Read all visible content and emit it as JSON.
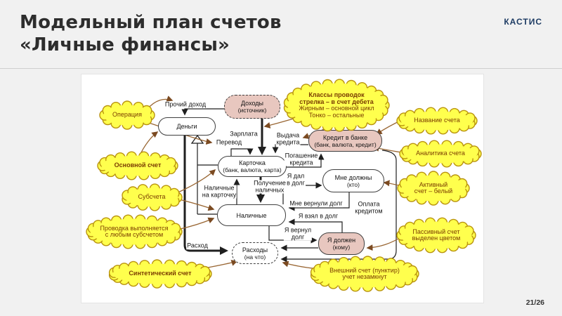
{
  "slide": {
    "title_line1": "Модельный план счетов",
    "title_line2": "«Личные финансы»",
    "logo": "КАСТИС",
    "page": "21/26"
  },
  "colors": {
    "cloud_fill": "#ffff4d",
    "cloud_border": "#b9930e",
    "cloud_text": "#7a3b00",
    "passive_fill": "#e8c7bf",
    "box_border": "#3f3f3f",
    "line_black": "#1f1f1f",
    "line_brown": "#996633",
    "logo_blue": "#1e3c64"
  },
  "diagram": {
    "accounts": {
      "money": {
        "line1": "Деньги"
      },
      "income": {
        "line1": "Доходы",
        "line2": "(источник)"
      },
      "credit": {
        "line1": "Кредит в банке",
        "line2": "(банк, валюта, кредит)"
      },
      "card": {
        "line1": "Карточка",
        "line2": "(банк, валюта, карта)"
      },
      "owed_to_me": {
        "line1": "Мне должны",
        "line2": "(кто)"
      },
      "cash": {
        "line1": "Наличные"
      },
      "i_owe": {
        "line1": "Я должен",
        "line2": "(кому)"
      },
      "expenses": {
        "line1": "Расходы",
        "line2": "(на что)"
      }
    },
    "clouds": {
      "operation": {
        "line1": "Операция"
      },
      "classes": {
        "line1": "Классы проводок",
        "line2": "стрелка – в счет дебета",
        "line3": "Жирным – основной цикл",
        "line4": "Тонко – остальные"
      },
      "account_name": {
        "line1": "Название счета"
      },
      "analytics": {
        "line1": "Аналитика счета"
      },
      "main_account": {
        "line1": "Основной счет"
      },
      "active": {
        "line1": "Активный",
        "line2": "счет – белый"
      },
      "subaccounts": {
        "line1": "Субсчета"
      },
      "posting": {
        "line1": "Проводка выполняется",
        "line2": "с любым субсчетом"
      },
      "passive": {
        "line1": "Пассивный счет",
        "line2": "выделен цветом"
      },
      "synthetic": {
        "line1": "Синтетический счет"
      },
      "external": {
        "line1": "Внешний счет (пунктир)",
        "line2": "учет незамкнут"
      }
    },
    "flows": {
      "other_income": "Прочий доход",
      "salary": "Зарплата",
      "transfer": "Перевод",
      "credit_issue": {
        "line1": "Выдача",
        "line2": "кредита"
      },
      "credit_repay": {
        "line1": "Погашение",
        "line2": "кредита"
      },
      "cash_to_card": {
        "line1": "Наличные",
        "line2": "на карточку"
      },
      "cash_withdraw": {
        "line1": "Получение",
        "line2": "наличных"
      },
      "i_lent": {
        "line1": "Я дал",
        "line2": "в долг"
      },
      "returned_to_me": "Мне вернули долг",
      "i_borrowed": "Я взял в долг",
      "i_returned": {
        "line1": "Я вернул",
        "line2": "долг"
      },
      "credit_payment": {
        "line1": "Оплата",
        "line2": "кредитом"
      },
      "expense": "Расход"
    }
  }
}
